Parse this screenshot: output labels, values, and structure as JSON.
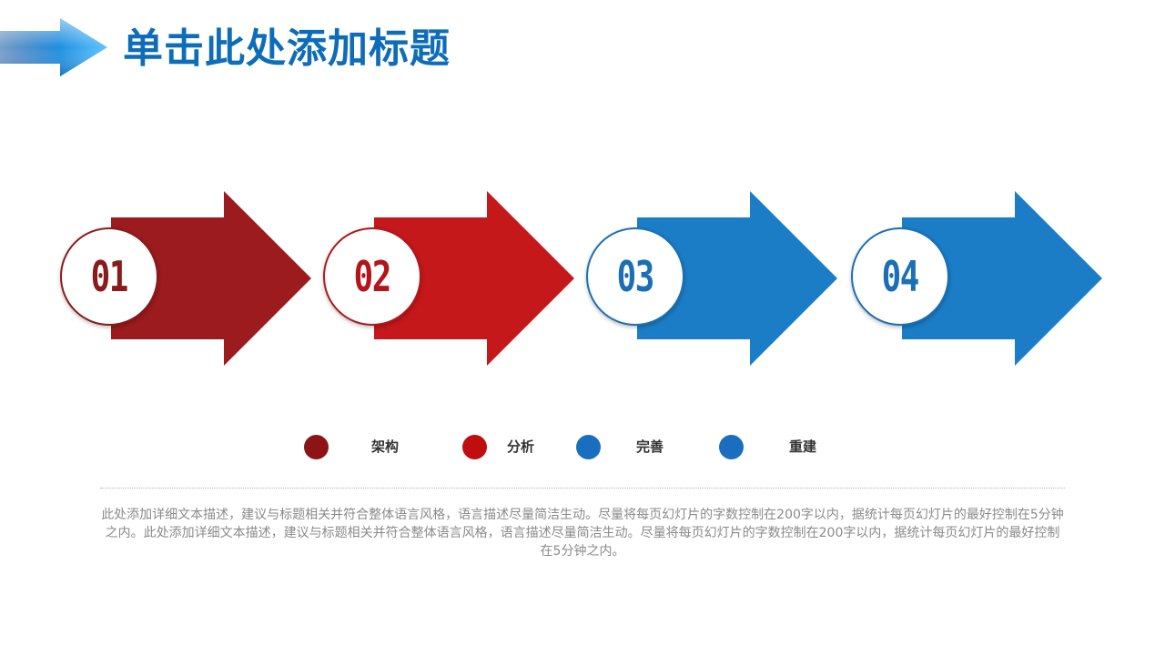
{
  "header": {
    "title": "单击此处添加标题",
    "icon": "arrow-right-icon"
  },
  "steps": [
    {
      "number": "01",
      "color": "#9b1b1e",
      "border_color": "#8b1a1a"
    },
    {
      "number": "02",
      "color": "#c4181b",
      "border_color": "#b3161a"
    },
    {
      "number": "03",
      "color": "#1b7dc6",
      "border_color": "#1b6fb5"
    },
    {
      "number": "04",
      "color": "#1b7dc6",
      "border_color": "#1b6fb5"
    }
  ],
  "legend": [
    {
      "label": "架构",
      "color": "#8b1515"
    },
    {
      "label": "分析",
      "color": "#c00d0d"
    },
    {
      "label": "完善",
      "color": "#1a6ec0"
    },
    {
      "label": "重建",
      "color": "#1a6ec0"
    }
  ],
  "description": "此处添加详细文本描述，建议与标题相关并符合整体语言风格，语言描述尽量简洁生动。尽量将每页幻灯片的字数控制在200字以内，据统计每页幻灯片的最好控制在5分钟之内。此处添加详细文本描述，建议与标题相关并符合整体语言风格，语言描述尽量简洁生动。尽量将每页幻灯片的字数控制在200字以内，据统计每页幻灯片的最好控制在5分钟之内。"
}
